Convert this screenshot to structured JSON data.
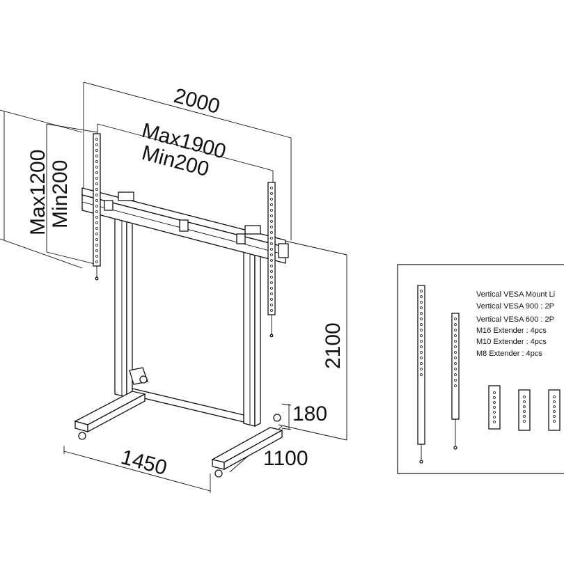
{
  "dimensions": {
    "overall_width": "2000",
    "vesa_width_max": "Max1900",
    "vesa_width_min": "Min200",
    "vesa_height_max": "Max1200",
    "vesa_height_min": "Min200",
    "overall_height": "2100",
    "base_height": "180",
    "base_width": "1450",
    "base_depth": "1100"
  },
  "accessories": {
    "items": [
      "Vertical VESA Mount Li",
      "Vertical VESA 900 : 2P",
      "Vertical VESA 600 : 2P",
      "M16 Extender : 4pcs",
      "M10 Extender : 4pcs",
      "M8 Extender : 4pcs"
    ]
  }
}
